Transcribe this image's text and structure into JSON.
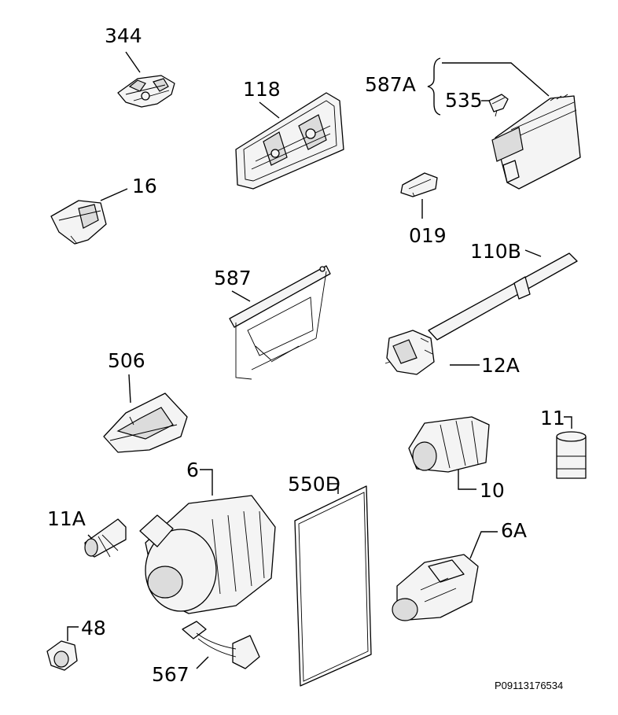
{
  "labels": {
    "p344": "344",
    "p118": "118",
    "p587A": "587A",
    "p535": "535",
    "p16": "16",
    "p019": "019",
    "p110B": "110B",
    "p587": "587",
    "p12A": "12A",
    "p506": "506",
    "p11": "11",
    "p10": "10",
    "p6": "6",
    "p550D": "550D",
    "p11A": "11A",
    "p6A": "6A",
    "p48": "48",
    "p567": "567"
  },
  "drawing_code": "P09113176534"
}
